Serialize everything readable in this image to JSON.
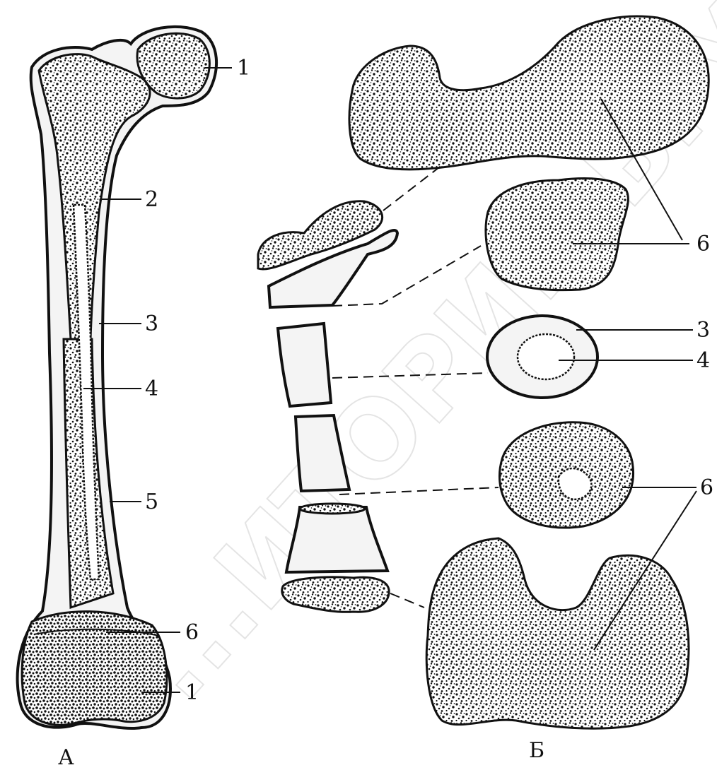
{
  "figure": {
    "panel_a": "А",
    "panel_b": "Б",
    "labels": {
      "a1_top": "1",
      "a2": "2",
      "a3": "3",
      "a4": "4",
      "a5": "5",
      "a6": "6",
      "a1_bottom": "1",
      "b6_top": "6",
      "b3": "3",
      "b4": "4",
      "b6_bottom": "6"
    }
  },
  "watermark": {
    "text": "...ИТОРИЙ ВГУ"
  },
  "colors": {
    "ink": "#111111",
    "paper": "#ffffff",
    "watermark": "#cfcfcf"
  }
}
